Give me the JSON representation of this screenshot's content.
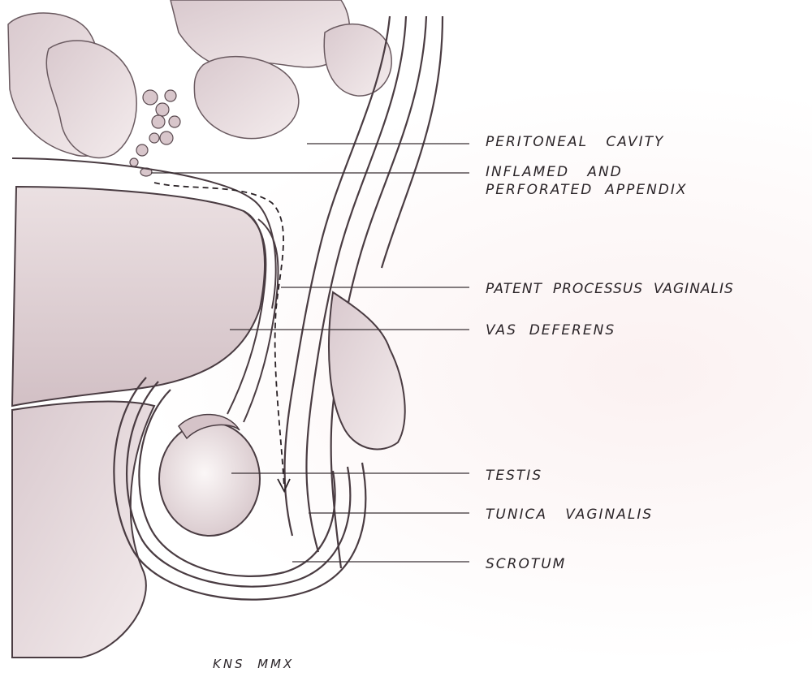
{
  "labels": {
    "peritoneal_cavity": "PERITONEAL   CAVITY",
    "appendix_line1": "INFLAMED   AND",
    "appendix_line2": "PERFORATED  APPENDIX",
    "processus": "PATENT  PROCESSUS  VAGINALIS",
    "vas": "VAS  DEFERENS",
    "testis": "TESTIS",
    "tunica": "TUNICA   VAGINALIS",
    "scrotum": "SCROTUM"
  },
  "signature": "KNS  MMX",
  "colors": {
    "ink": "#3a3034",
    "shade": "#c9b6bc",
    "paper": "#ffffff"
  }
}
